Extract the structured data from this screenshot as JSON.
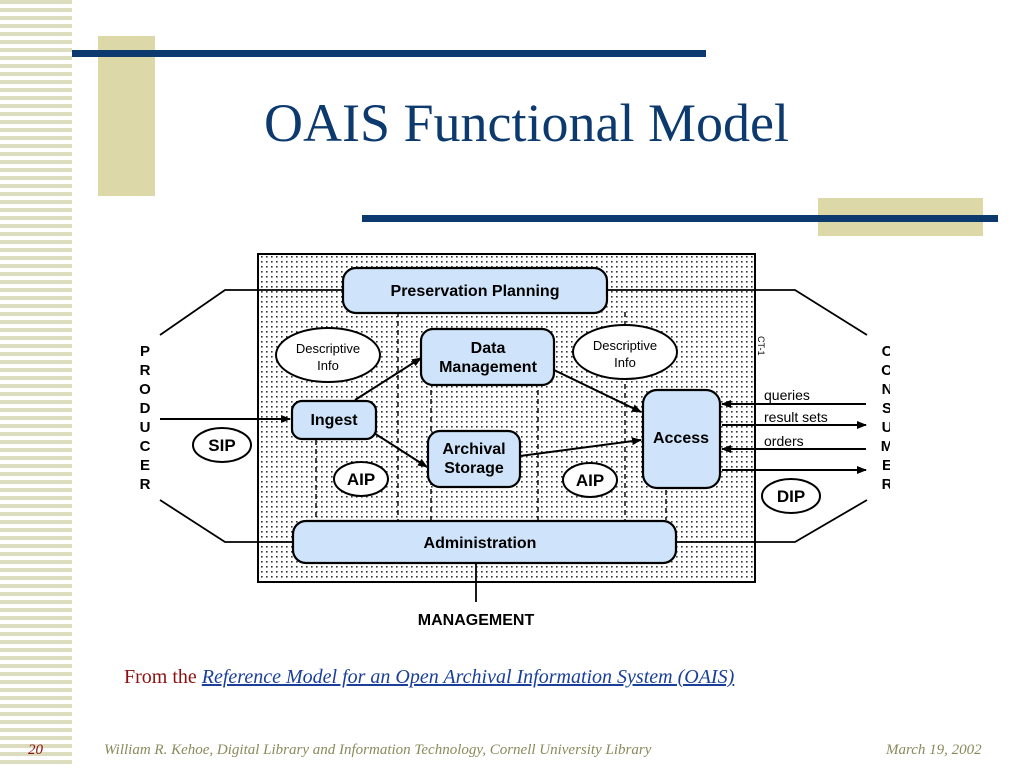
{
  "slide": {
    "title": "OAIS Functional Model",
    "page_number": "20",
    "footer_author": "William R. Kehoe,   Digital Library and Information Technology,  Cornell University Library",
    "footer_date": "March 19, 2002"
  },
  "caption": {
    "prefix": "From the ",
    "link_text": "Reference Model for an Open Archival Information System (OAIS)"
  },
  "diagram": {
    "preservation_planning": "Preservation Planning",
    "data_management_line1": "Data",
    "data_management_line2": "Management",
    "archival_storage_line1": "Archival",
    "archival_storage_line2": "Storage",
    "ingest": "Ingest",
    "access": "Access",
    "administration": "Administration",
    "descriptive_info_left_line1": "Descriptive",
    "descriptive_info_left_line2": "Info",
    "descriptive_info_right_line1": "Descriptive",
    "descriptive_info_right_line2": "Info",
    "sip": "SIP",
    "aip_left": "AIP",
    "aip_right": "AIP",
    "dip": "DIP",
    "management": "MANAGEMENT",
    "producer_letters": [
      "P",
      "R",
      "O",
      "D",
      "U",
      "C",
      "E",
      "R"
    ],
    "consumer_letters": [
      "C",
      "O",
      "N",
      "S",
      "U",
      "M",
      "E",
      "R"
    ],
    "queries": "queries",
    "result_sets": "result sets",
    "orders": "orders",
    "side_mark": "CT-1"
  },
  "colors": {
    "title": "#0d3a6e",
    "box_fill": "#cfe4fa",
    "rule": "#0d3a6e",
    "caption": "#8b1010",
    "link": "#1a3f9b",
    "footer": "#8a8a5c"
  }
}
